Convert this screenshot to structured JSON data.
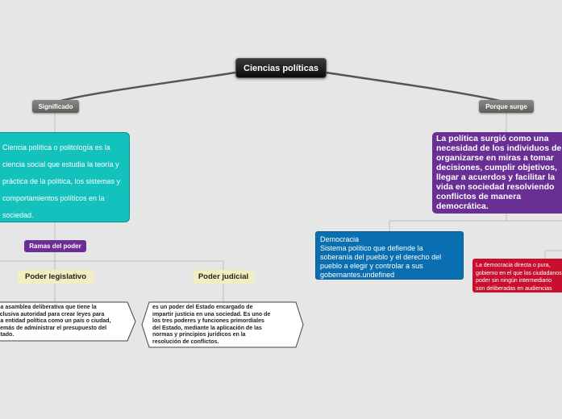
{
  "root": {
    "label": "Ciencias políticas"
  },
  "left_branch": {
    "label": "Significado",
    "definition": "Ciencia política o politología es la ciencia social que estudia la teoría y práctica de la política, los sistemas y comportamientos políticos en la sociedad.",
    "definition_lines": [
      "Ciencia política o politología es la",
      "ciencia social que estudia la teoría y",
      "práctica de la política, los sistemas y",
      "comportamientos políticos en la",
      "sociedad."
    ],
    "subtopic": "Ramas del poder",
    "branches": [
      {
        "label": "Poder legislativo",
        "lines": [
          "una asamblea deliberativa que tiene la",
          "exclusiva autoridad para crear leyes para",
          "una entidad política como un país o ciudad,",
          "además de administrar el presupuesto del",
          "Estado."
        ]
      },
      {
        "label": "Poder judicial",
        "lines": [
          "es un poder del Estado encargado de",
          "impartir justicia en una sociedad. Es uno de",
          "los tres poderes y funciones primordiales",
          "del Estado, mediante la aplicación de las",
          "normas y principios jurídicos en la",
          "resolución de conflictos."
        ]
      }
    ]
  },
  "right_branch": {
    "label": "Porque surge",
    "main_lines": [
      "La política surgió como una",
      "necesidad de los individuos de",
      "organizarse en miras a tomar",
      "decisiones, cumplir objetivos,",
      "llegar a acuerdos y facilitar la",
      "vida en sociedad resolviendo",
      "conflictos de manera",
      "democrática."
    ],
    "democracy_lines": [
      "Democracia",
      "Sistema político que defiende la",
      "soberanía del pueblo y el derecho del",
      "pueblo a elegir y controlar a sus",
      "gobernantes.undefined"
    ],
    "direct_lines": [
      "La democracia directa o pura,",
      "gobierno en el que los ciudadanos",
      "poder sin ningún intermediario",
      "son deliberadas en audiencias"
    ]
  },
  "colors": {
    "background": "#e6e6e6",
    "root": "#1a1a1a",
    "teal": "#14c2bd",
    "purple": "#6a2f95",
    "yellow": "#f2eec2",
    "blue": "#0a6fb0",
    "red": "#c8102e",
    "connector": "#555555"
  }
}
